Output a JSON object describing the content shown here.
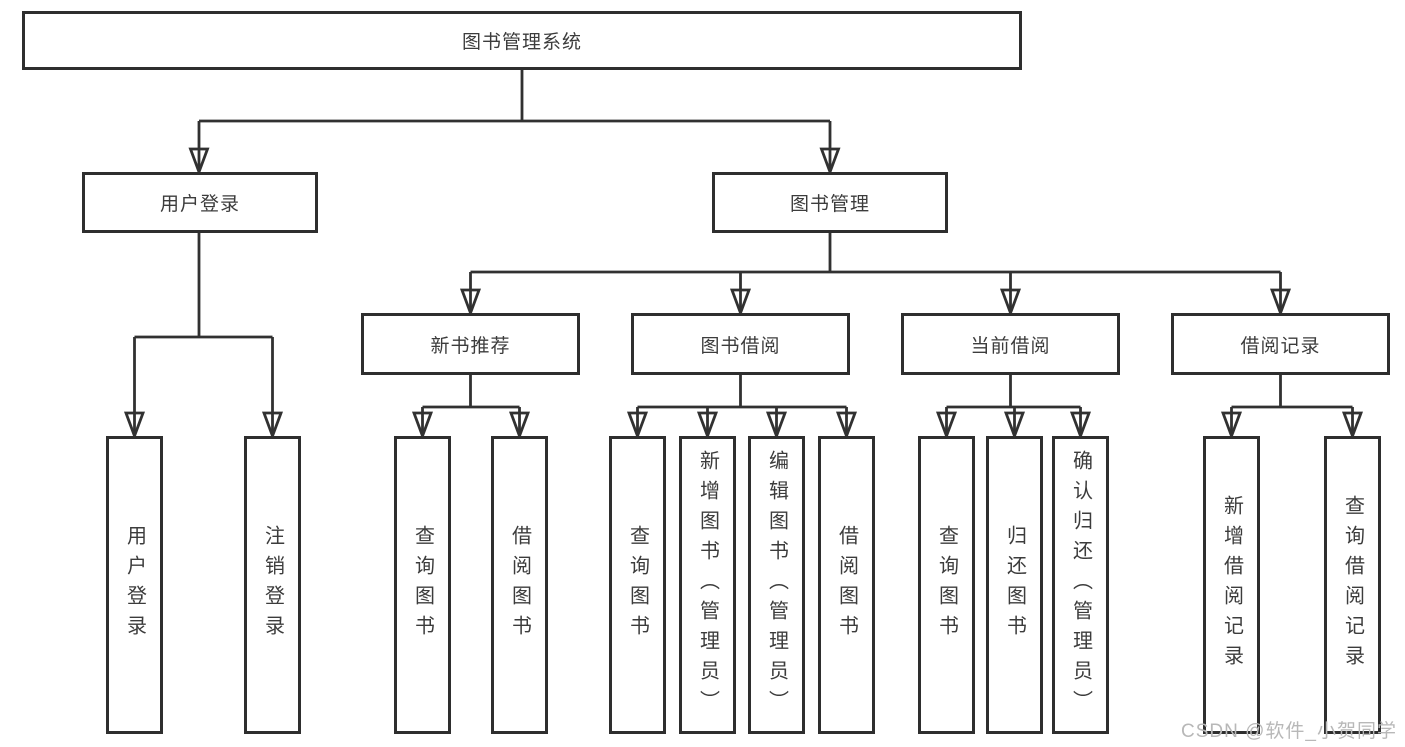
{
  "colors": {
    "background": "#ffffff",
    "box_border": "#2e2e2e",
    "connector_line": "#313131",
    "text": "#3c3c3c",
    "watermark_text": "#b8b8b8"
  },
  "diagram": {
    "root": {
      "label": "图书管理系统"
    },
    "branches": [
      {
        "label": "用户登录",
        "children": [
          {
            "label": "用户登录"
          },
          {
            "label": "注销登录"
          }
        ]
      },
      {
        "label": "图书管理",
        "children": [
          {
            "label": "新书推荐",
            "children": [
              {
                "label": "查询图书"
              },
              {
                "label": "借阅图书"
              }
            ]
          },
          {
            "label": "图书借阅",
            "children": [
              {
                "label": "查询图书"
              },
              {
                "label": "新增图书（管理员）"
              },
              {
                "label": "编辑图书（管理员）"
              },
              {
                "label": "借阅图书"
              }
            ]
          },
          {
            "label": "当前借阅",
            "children": [
              {
                "label": "查询图书"
              },
              {
                "label": "归还图书"
              },
              {
                "label": "确认归还（管理员）"
              }
            ]
          },
          {
            "label": "借阅记录",
            "children": [
              {
                "label": "新增借阅记录"
              },
              {
                "label": "查询借阅记录"
              }
            ]
          }
        ]
      }
    ],
    "watermark": "CSDN @软件_小贺同学"
  }
}
